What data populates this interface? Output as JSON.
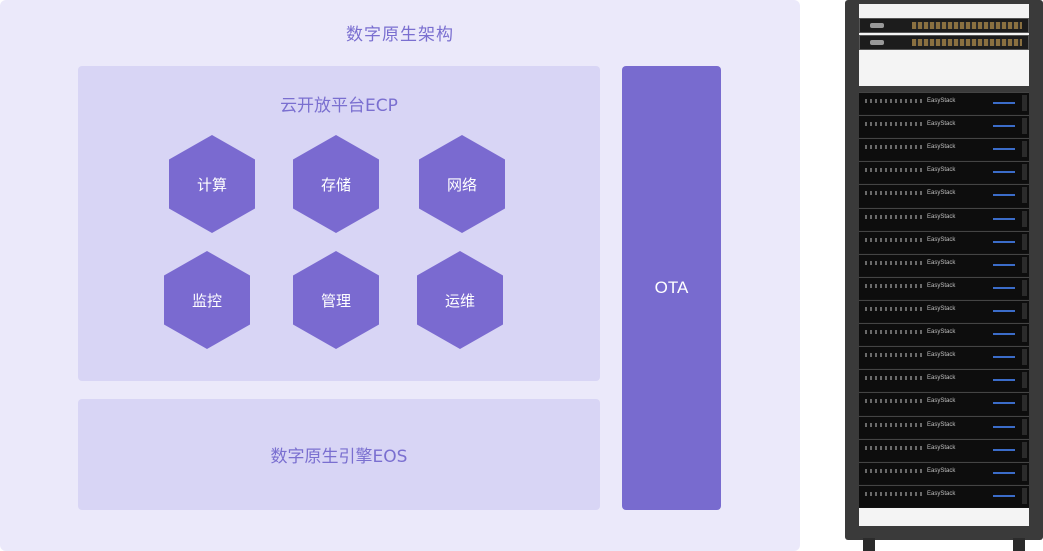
{
  "architecture": {
    "title": "数字原生架构",
    "ecp": {
      "title": "云开放平台ECP",
      "modules": [
        "计算",
        "存储",
        "网络",
        "监控",
        "管理",
        "运维"
      ]
    },
    "eos": {
      "label": "数字原生引擎EOS"
    },
    "ota": {
      "label": "OTA"
    }
  },
  "rack": {
    "server_brand": "EasyStack",
    "server_count": 18
  },
  "colors": {
    "panel_bg": "#ebe9fa",
    "inner_bg": "#d8d5f5",
    "accent": "#786bcf",
    "title_text": "#7a6fd0"
  }
}
